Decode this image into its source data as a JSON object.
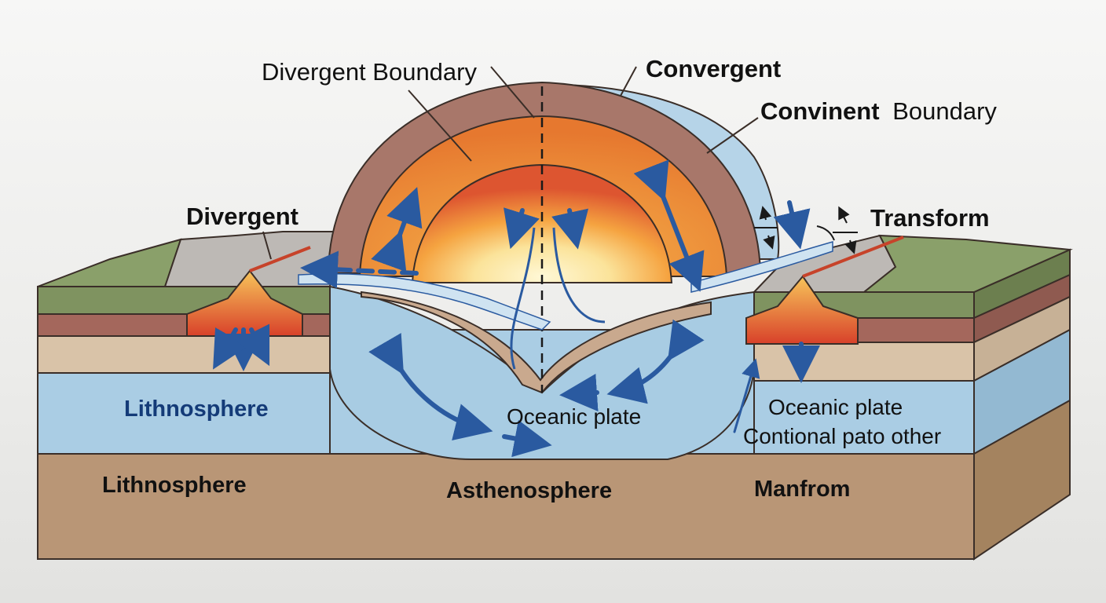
{
  "labels": {
    "divergent_boundary": "Divergent Boundary",
    "convergent": "Convergent",
    "convinent_bold": "Convinent",
    "boundary": "Boundary",
    "divergent": "Divergent",
    "transform": "Transform",
    "lithnosphere_upper": "Lithnosphere",
    "lithnosphere_lower": "Lithnosphere",
    "oceanic_plate_center": "Oceanic plate",
    "oceanic_plate_right": "Oceanic plate",
    "contional_pato_other": "Contional pato other",
    "asthenosphere": "Asthenosphere",
    "manfrom": "Manfrom"
  },
  "colors": {
    "crust_green": "#7f9360",
    "rock_grey": "#b9b6b3",
    "red_layer": "#a4675c",
    "beige_layer": "#d9c3a8",
    "blue_layer": "#aacde4",
    "brown_base": "#b99676",
    "magma_red": "#d94a2a",
    "mantle_orange": "#f0a23c",
    "core_yellow": "#fbe6a0",
    "arrow_blue": "#2a5aa0"
  }
}
